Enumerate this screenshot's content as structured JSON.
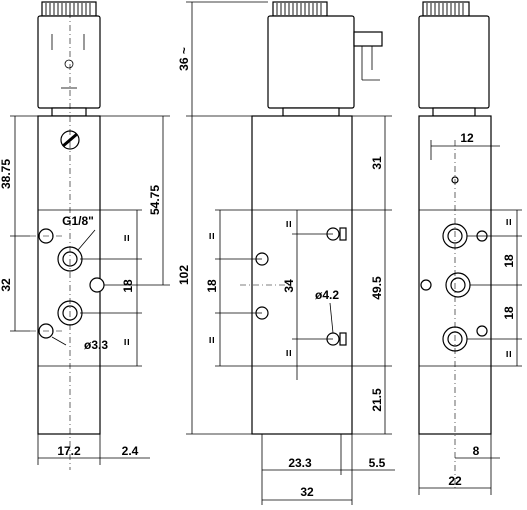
{
  "dimensions": {
    "height_36": "36 ~",
    "height_38_75": "38.75",
    "height_54_75": "54.75",
    "height_32_left": "32",
    "height_102": "102",
    "height_18_left": "18",
    "height_18_mid": "18",
    "height_34": "34",
    "height_31": "31",
    "height_49_5": "49.5",
    "height_21_5": "21.5",
    "height_18_right_top": "18",
    "height_18_right_bottom": "18",
    "thread_label": "G1/8\"",
    "hole_3_3": "ø3.3",
    "hole_4_2": "ø4.2",
    "width_17_2": "17.2",
    "width_2_4": "2.4",
    "width_23_3": "23.3",
    "width_5_5": "5.5",
    "width_32": "32",
    "width_12": "12",
    "width_8": "8",
    "width_22": "22",
    "equal_mark": "="
  }
}
